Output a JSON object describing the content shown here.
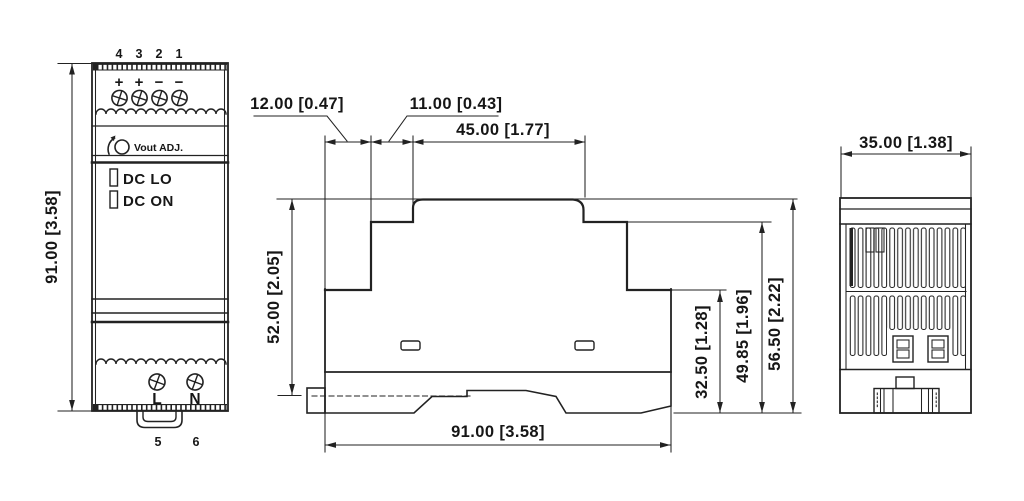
{
  "front_view": {
    "terminal_numbers": [
      "4",
      "3",
      "2",
      "1"
    ],
    "polarity_marks": [
      "+",
      "+",
      "−",
      "−"
    ],
    "adjust_label": "Vout ADJ.",
    "indicator_labels": [
      "DC LO",
      "DC ON"
    ],
    "input_terminal_labels": [
      "L",
      "N"
    ],
    "input_terminal_numbers": [
      "5",
      "6"
    ],
    "height_dimension": "91.00 [3.58]"
  },
  "side_view": {
    "top_dimensions": [
      "12.00 [0.47]",
      "11.00 [0.43]",
      "45.00 [1.77]"
    ],
    "left_dimension": "52.00 [2.05]",
    "right_dimensions": [
      "32.50 [1.28]",
      "49.85 [1.96]",
      "56.50 [2.22]"
    ],
    "bottom_dimension": "91.00 [3.58]"
  },
  "rear_view": {
    "width_dimension": "35.00 [1.38]"
  },
  "colors": {
    "line": "#222222",
    "background": "#ffffff"
  }
}
